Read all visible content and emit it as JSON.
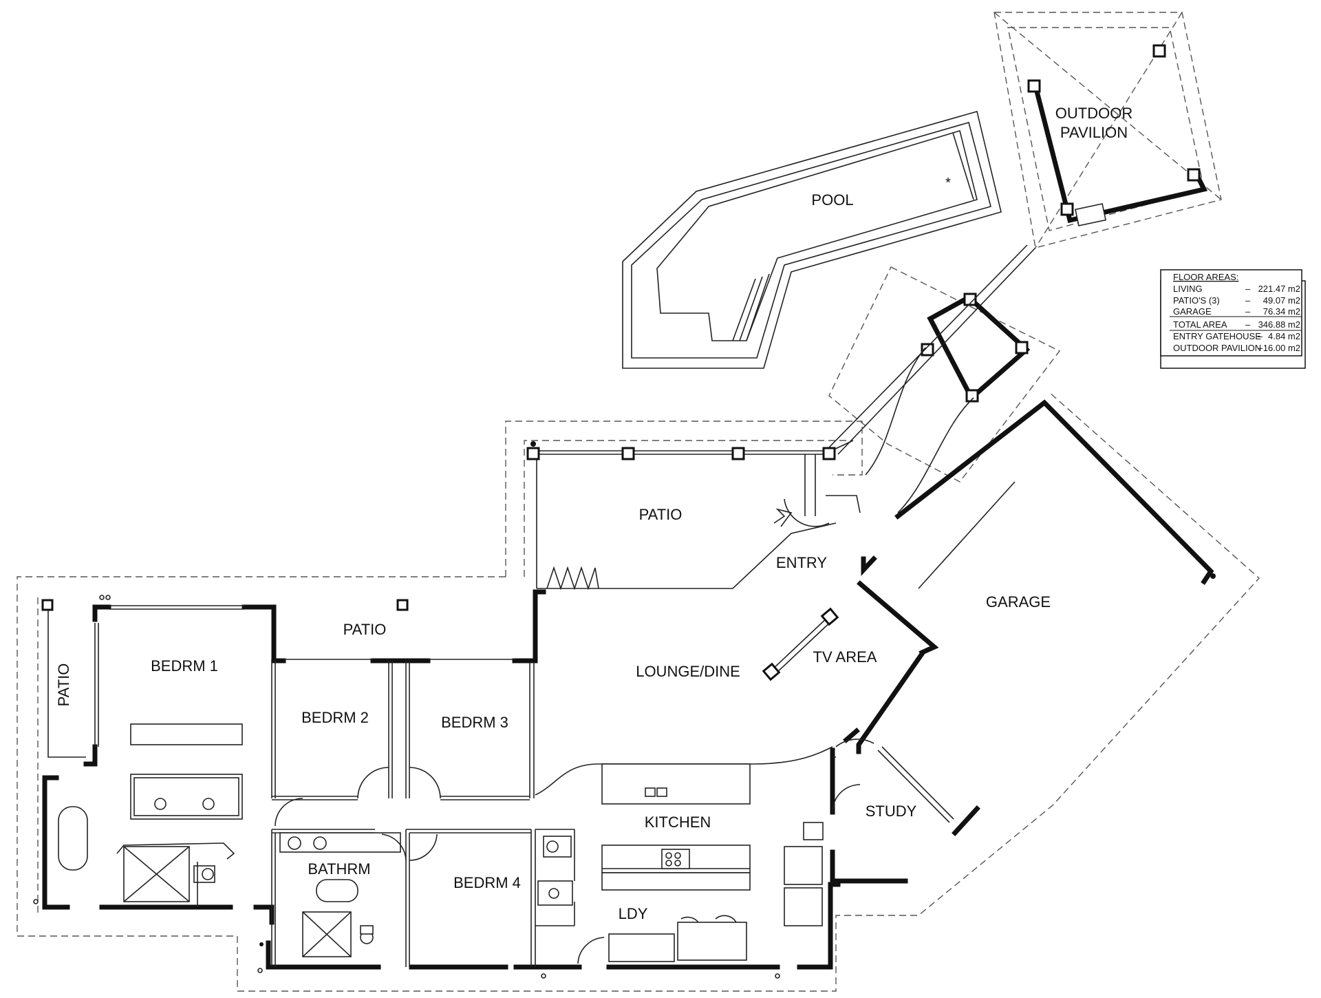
{
  "rooms": {
    "outdoor_pavilion_line1": "OUTDOOR",
    "outdoor_pavilion_line2": "PAVILION",
    "pool": "POOL",
    "pool_marker": "*",
    "patio_entry": "PATIO",
    "entry": "ENTRY",
    "garage": "GARAGE",
    "patio_north": "PATIO",
    "patio_west": "PATIO",
    "bedrm1": "BEDRM 1",
    "bedrm2": "BEDRM 2",
    "bedrm3": "BEDRM 3",
    "lounge_dine": "LOUNGE/DINE",
    "tv_area": "TV AREA",
    "study": "STUDY",
    "kitchen": "KITCHEN",
    "bathrm": "BATHRM",
    "bedrm4": "BEDRM 4",
    "ldy": "LDY"
  },
  "floor_areas": {
    "title": "FLOOR AREAS:",
    "rows": [
      {
        "name": "LIVING",
        "dash": "–",
        "value": "221.47 m2"
      },
      {
        "name": "PATIO'S (3)",
        "dash": "–",
        "value": "49.07 m2"
      },
      {
        "name": "GARAGE",
        "dash": "–",
        "value": "76.34 m2"
      },
      {
        "name": "TOTAL AREA",
        "dash": "–",
        "value": "346.88 m2"
      },
      {
        "name": "ENTRY GATEHOUSE",
        "dash": "–",
        "value": "4.84 m2"
      },
      {
        "name": "OUTDOOR PAVILION",
        "dash": "–",
        "value": "16.00 m2"
      }
    ]
  },
  "colors": {
    "line": "#111111",
    "background": "#ffffff",
    "dashed_roofline": "#555555"
  }
}
